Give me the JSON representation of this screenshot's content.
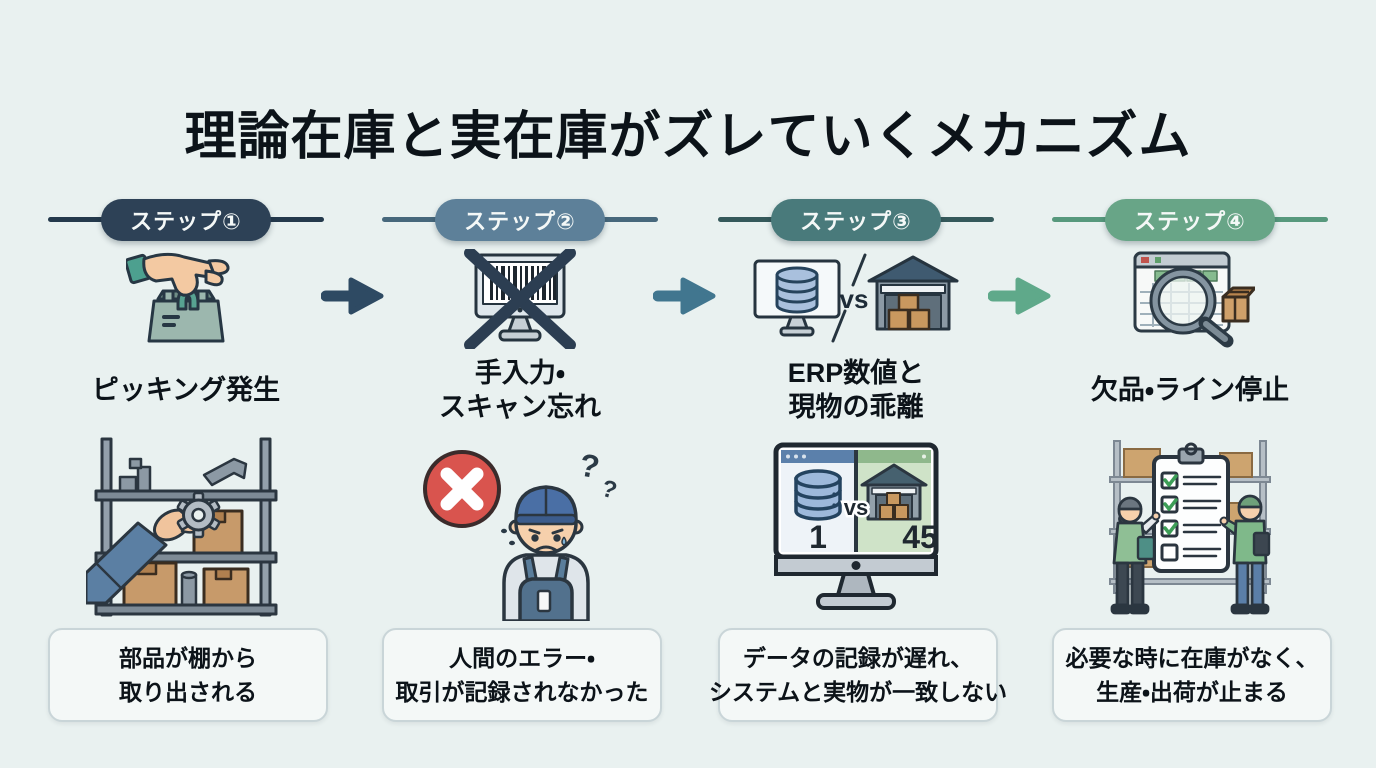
{
  "title": "理論在庫と実在庫がズレていくメカニズム",
  "vs_label": "vs",
  "comparison": {
    "erp_count": "1",
    "actual_count": "45"
  },
  "steps": [
    {
      "badge": "ステップ①",
      "icon": "hand-picking-from-box-icon",
      "label": "ピッキング発生",
      "illustration": "hand-taking-part-from-shelf",
      "caption": "部品が棚から\n取り出される"
    },
    {
      "badge": "ステップ②",
      "icon": "crossed-out-barcode-monitor-icon",
      "label": "手入力・\nスキャン忘れ",
      "illustration": "error-mark-and-confused-worker",
      "caption": "人間のエラー・\n取引が記録されなかった"
    },
    {
      "badge": "ステップ③",
      "icon": "erp-vs-warehouse-icon",
      "label": "ERP数値と\n現物の乖離",
      "illustration": "monitor-erp-vs-actual-count",
      "caption": "データの記録が遅れ、\nシステムと実物が一致しない"
    },
    {
      "badge": "ステップ④",
      "icon": "inventory-audit-magnifier-icon",
      "label": "欠品・ライン停止",
      "illustration": "workers-checking-inventory-checklist",
      "caption": "必要な時に在庫がなく、\n生産・出荷が止まる"
    }
  ],
  "colors": {
    "background": "#e9f1f0",
    "title_text": "#0c1319",
    "step1_badge": "#2d4156",
    "step2_badge": "#5d8099",
    "step3_badge": "#497a7b",
    "step4_badge": "#68a587",
    "arrow1": "#2e4a63",
    "arrow2": "#41768f",
    "arrow3": "#5fa98a",
    "error_red": "#d9544e",
    "check_green": "#3d9e57",
    "carton_brown": "#c9985f",
    "caption_box_bg": "#f4f8f7",
    "caption_box_border": "#c9d5d8"
  }
}
